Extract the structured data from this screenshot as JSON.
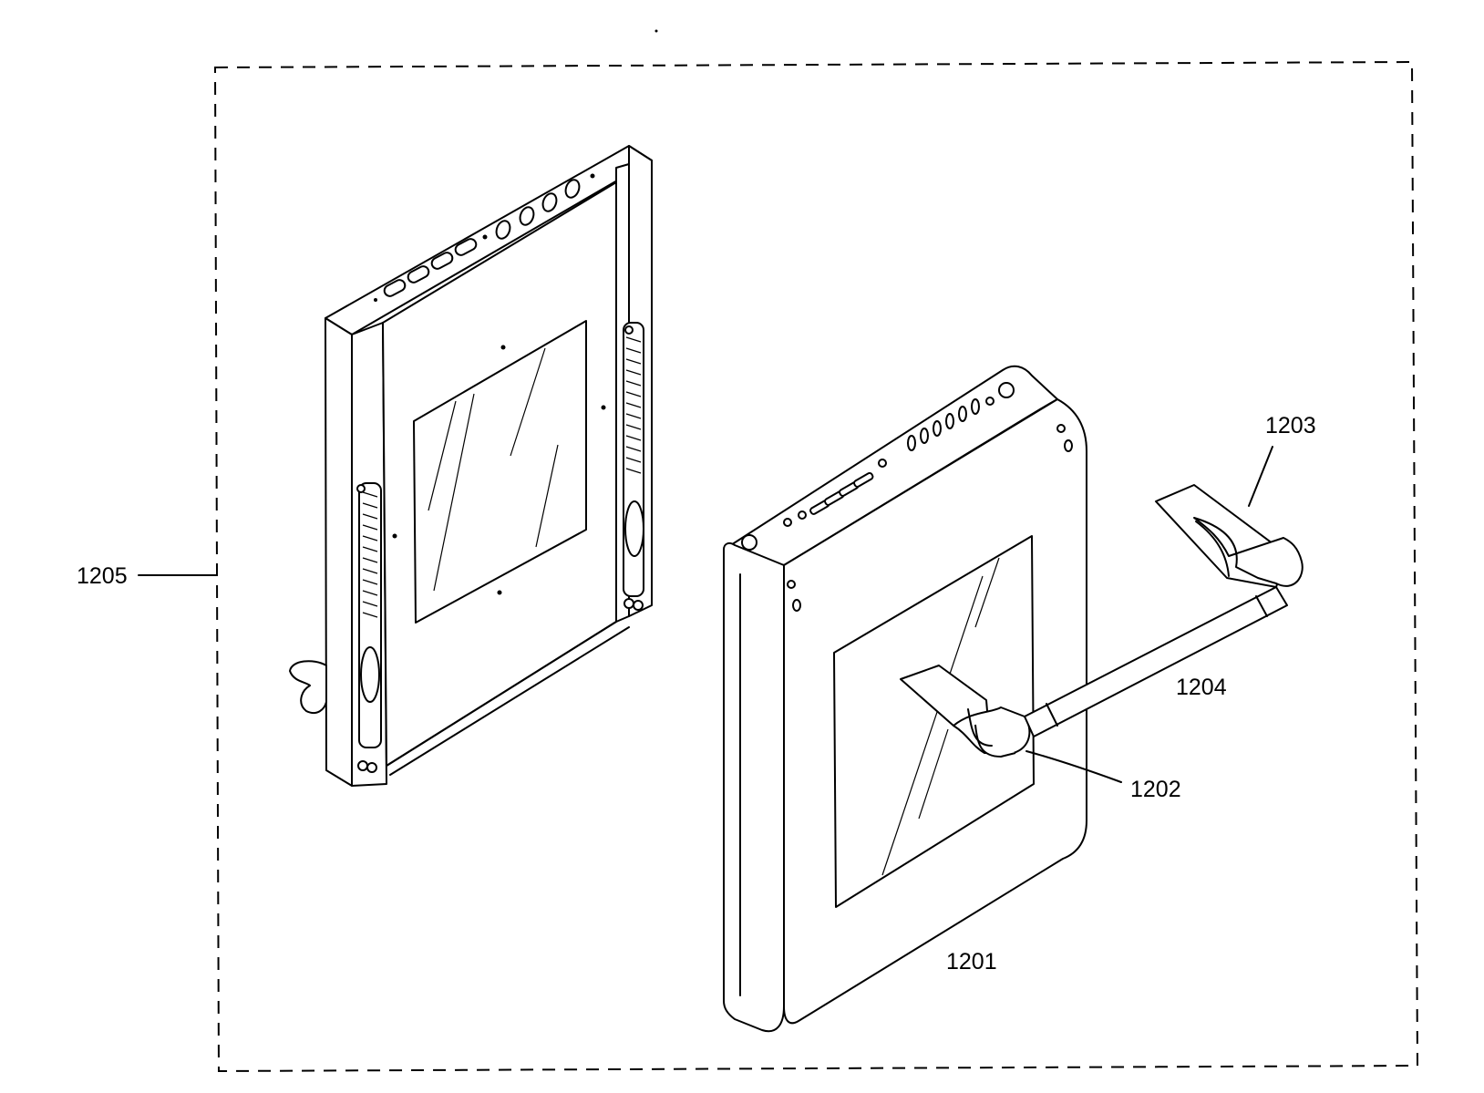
{
  "labels": {
    "assembly": "1205",
    "outer_door": "1201",
    "handle_bracket": "1202",
    "handle_end": "1203",
    "handle_bar": "1204"
  }
}
